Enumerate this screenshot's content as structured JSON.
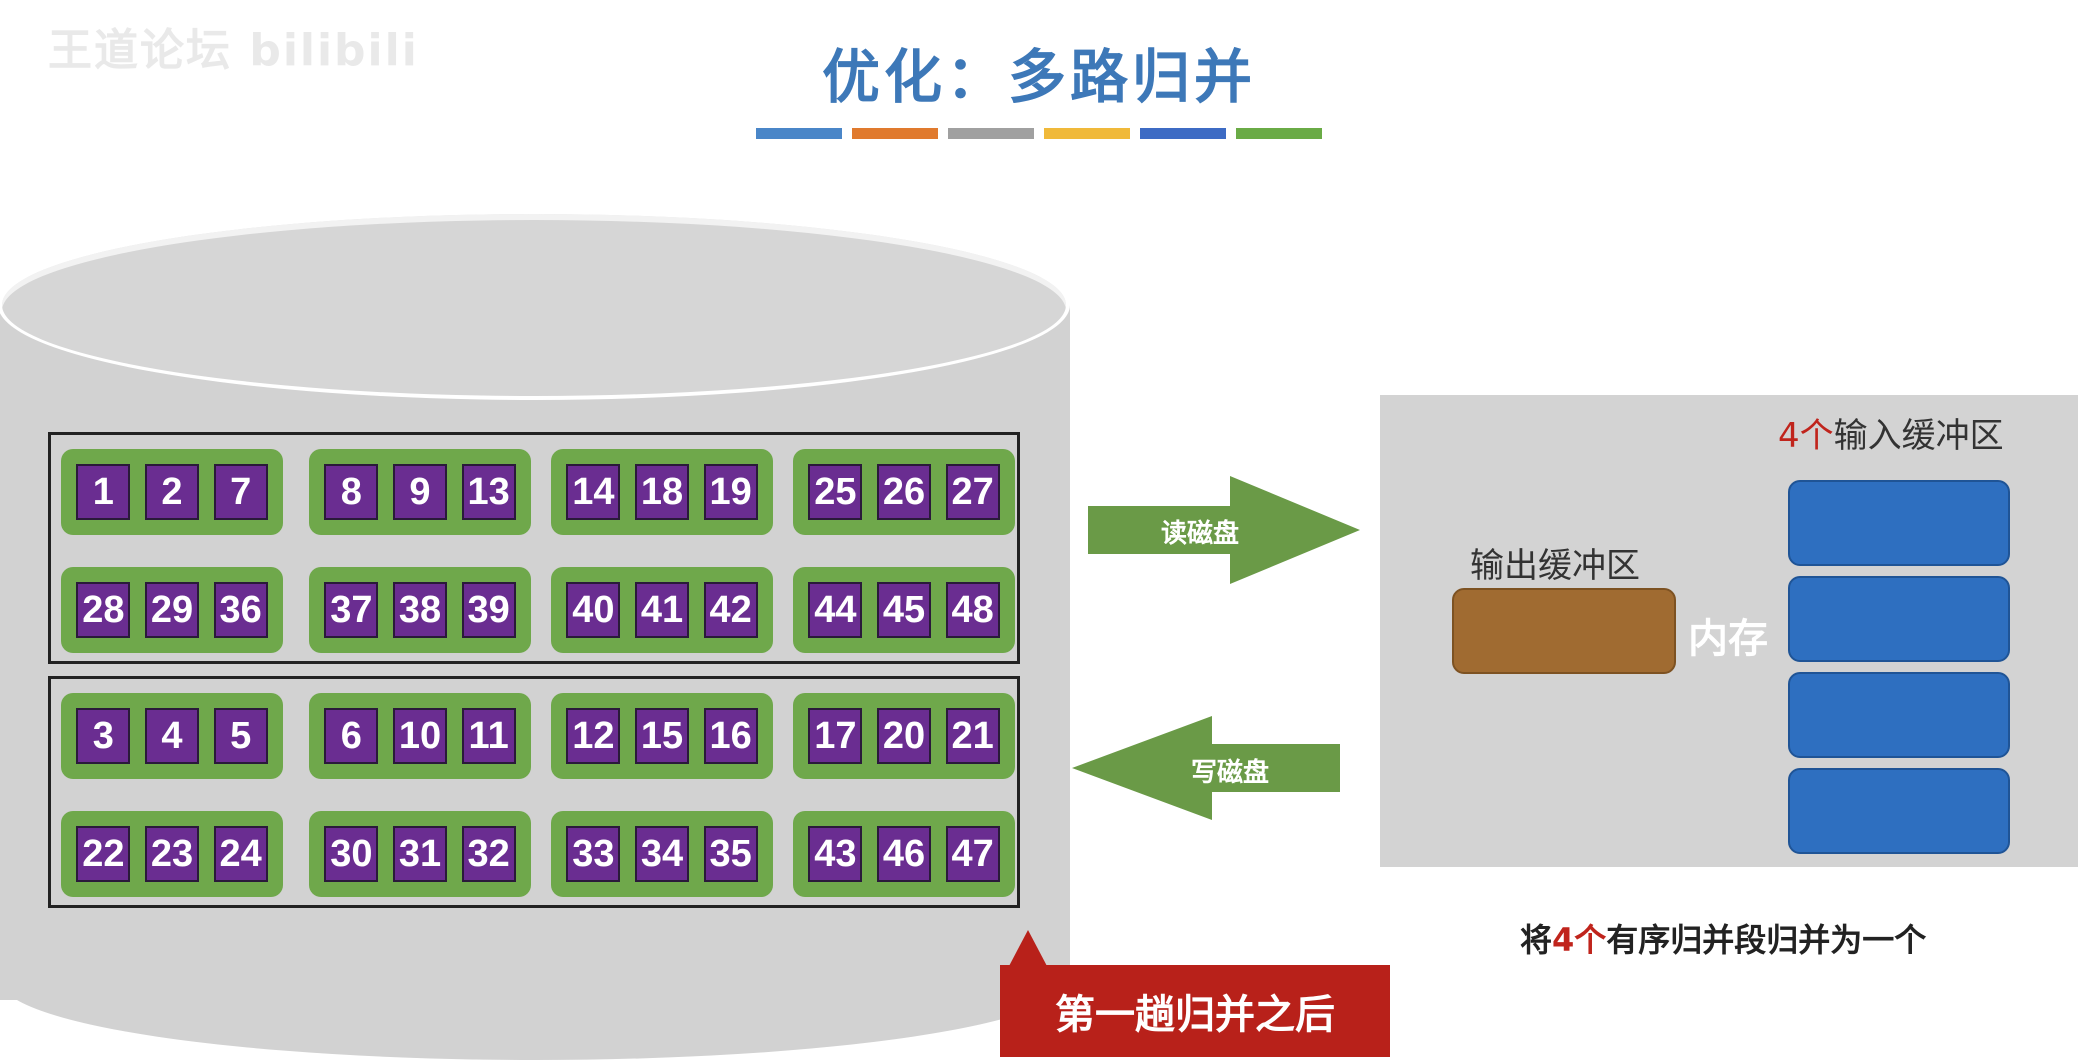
{
  "watermark": "王道论坛 bilibili",
  "title": "优化：多路归并",
  "stripe_colors": [
    "#4a86c8",
    "#e07a2e",
    "#a0a0a0",
    "#f0b93a",
    "#3d6bc4",
    "#6aab46"
  ],
  "colors": {
    "disk": "#d2d2d2",
    "run_block": "#6fa84b",
    "number_cell": "#6a2d91",
    "arrow": "#6a9a47",
    "output_buffer": "#a06b31",
    "input_buffer": "#2e6fc0",
    "callout": "#b8211a",
    "highlight_red": "#c0241c"
  },
  "disk": {
    "upper_group": [
      [
        [
          1,
          2,
          7
        ],
        [
          8,
          9,
          13
        ],
        [
          14,
          18,
          19
        ],
        [
          25,
          26,
          27
        ]
      ],
      [
        [
          28,
          29,
          36
        ],
        [
          37,
          38,
          39
        ],
        [
          40,
          41,
          42
        ],
        [
          44,
          45,
          48
        ]
      ]
    ],
    "lower_group": [
      [
        [
          3,
          4,
          5
        ],
        [
          6,
          10,
          11
        ],
        [
          12,
          15,
          16
        ],
        [
          17,
          20,
          21
        ]
      ],
      [
        [
          22,
          23,
          24
        ],
        [
          30,
          31,
          32
        ],
        [
          33,
          34,
          35
        ],
        [
          43,
          46,
          47
        ]
      ]
    ]
  },
  "arrows": {
    "read_label": "读磁盘",
    "write_label": "写磁盘"
  },
  "memory": {
    "label": "内存",
    "output_buffer_label": "输出缓冲区",
    "input_buffer_count": "4个",
    "input_buffer_label": "输入缓冲区",
    "input_buffers": 4
  },
  "caption": {
    "prefix": "将",
    "highlight": "4个",
    "suffix": "有序归并段归并为一个"
  },
  "callout": "第一趟归并之后"
}
